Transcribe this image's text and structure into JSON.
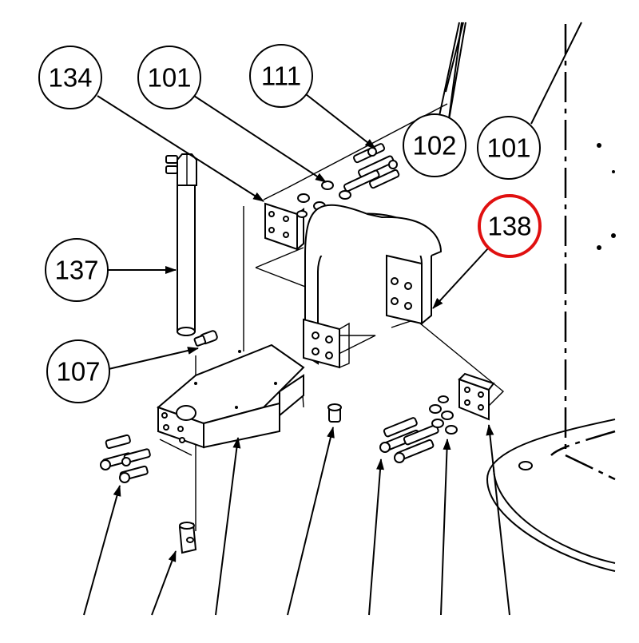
{
  "diagram": {
    "callouts": [
      {
        "id": "c134",
        "label": "134",
        "highlight": false
      },
      {
        "id": "c101a",
        "label": "101",
        "highlight": false
      },
      {
        "id": "c111",
        "label": "111",
        "highlight": false
      },
      {
        "id": "c102",
        "label": "102",
        "highlight": false
      },
      {
        "id": "c101b",
        "label": "101",
        "highlight": false
      },
      {
        "id": "c138",
        "label": "138",
        "highlight": true
      },
      {
        "id": "c137",
        "label": "137",
        "highlight": false
      },
      {
        "id": "c107",
        "label": "107",
        "highlight": false
      }
    ],
    "colors": {
      "line": "#000000",
      "highlight": "#e01010",
      "background": "#ffffff"
    }
  }
}
